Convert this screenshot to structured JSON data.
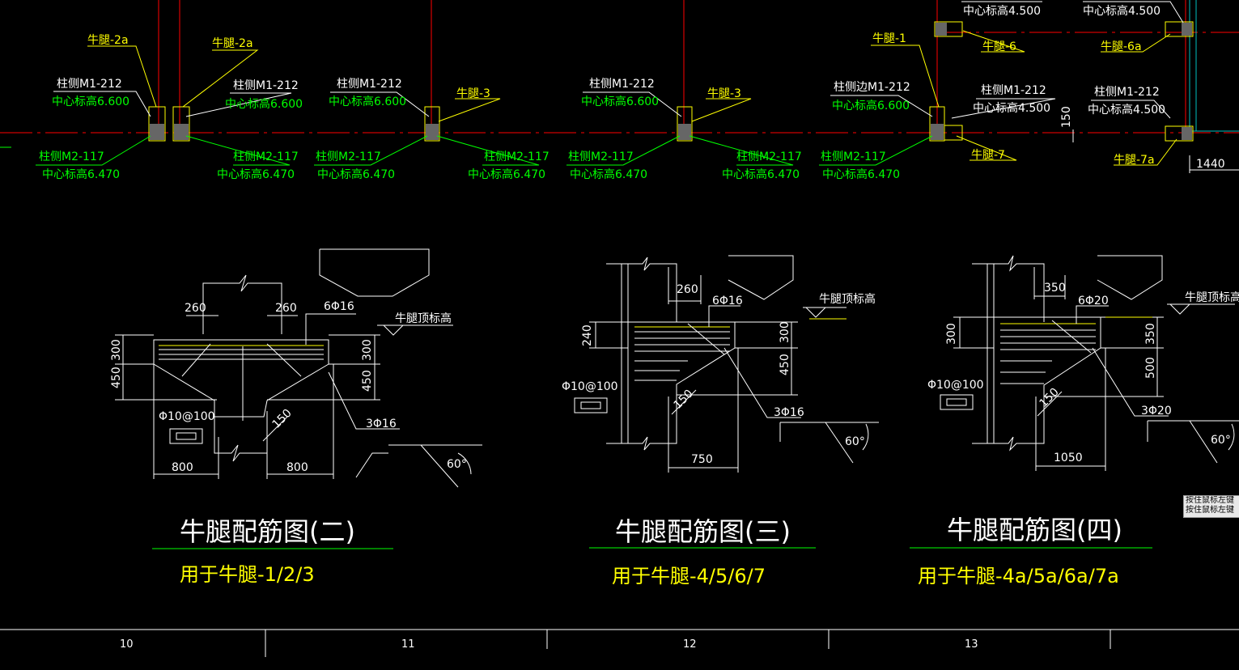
{
  "colors": {
    "background": "#000000",
    "white": "#ffffff",
    "yellow": "#ffff00",
    "green": "#00ff00",
    "red": "#ff0000",
    "cyan": "#00c0c0"
  },
  "plan": {
    "top_labels": [
      {
        "text": "牛腿-2a"
      },
      {
        "text": "牛腿-2a"
      },
      {
        "text": "牛腿-3"
      },
      {
        "text": "牛腿-3"
      },
      {
        "text": "牛腿-1"
      },
      {
        "text": "中心标高4.500"
      },
      {
        "text": "牛腿-6"
      },
      {
        "text": "中心标高4.500"
      },
      {
        "text": "牛腿-6a"
      },
      {
        "text": "牛腿-7"
      },
      {
        "text": "牛腿-7a"
      }
    ],
    "m1_notes": [
      {
        "line1": "柱侧M1-212",
        "line2": "中心标高6.600"
      },
      {
        "line1": "柱侧M1-212",
        "line2": "中心标高6.600"
      },
      {
        "line1": "柱侧M1-212",
        "line2": "中心标高6.600"
      },
      {
        "line1": "柱侧M1-212",
        "line2": "中心标高6.600"
      },
      {
        "line1": "柱侧边M1-212",
        "line2": "中心标高6.600"
      },
      {
        "line1": "柱侧M1-212",
        "line2": "中心标高4.500"
      },
      {
        "line1": "柱侧M1-212",
        "line2": "中心标高4.500"
      }
    ],
    "m2_notes": [
      {
        "line1": "柱侧M2-117",
        "line2": "中心标高6.470"
      },
      {
        "line1": "柱侧M2-117",
        "line2": "中心标高6.470"
      },
      {
        "line1": "柱侧M2-117",
        "line2": "中心标高6.470"
      },
      {
        "line1": "柱侧M2-117",
        "line2": "中心标高6.470"
      },
      {
        "line1": "柱侧M2-117",
        "line2": "中心标高6.470"
      },
      {
        "line1": "柱侧M2-117",
        "line2": "中心标高6.470"
      },
      {
        "line1": "柱侧M2-117",
        "line2": "中心标高6.470"
      }
    ],
    "dim_150": "150",
    "dim_1440": "1440"
  },
  "detail2": {
    "dim_260_left": "260",
    "dim_260_right": "260",
    "top_bars": "6Φ16",
    "bottom_bars": "3Φ16",
    "stirrup": "Φ10@100",
    "dim_300_left": "300",
    "dim_450_left": "450",
    "dim_300_right": "300",
    "dim_450_right": "450",
    "dim_150": "150",
    "dim_800_left": "800",
    "dim_800_right": "800",
    "elev_label": "牛腿顶标高",
    "angle": "60°",
    "title": "牛腿配筋图(二)",
    "subtitle": "用于牛腿-1/2/3"
  },
  "detail3": {
    "dim_260": "260",
    "top_bars": "6Φ16",
    "bottom_bars": "3Φ16",
    "stirrup": "Φ10@100",
    "dim_240": "240",
    "dim_300": "300",
    "dim_450": "450",
    "dim_150": "150",
    "dim_750": "750",
    "elev_label": "牛腿顶标高",
    "angle": "60°",
    "title": "牛腿配筋图(三)",
    "subtitle": "用于牛腿-4/5/6/7"
  },
  "detail4": {
    "dim_350_top": "350",
    "top_bars": "6Φ20",
    "bottom_bars": "3Φ20",
    "stirrup": "Φ10@100",
    "dim_300": "300",
    "dim_350": "350",
    "dim_500": "500",
    "dim_150": "150",
    "dim_1050": "1050",
    "elev_label": "牛腿顶标高",
    "angle": "60°",
    "title": "牛腿配筋图(四)",
    "subtitle": "用于牛腿-4a/5a/6a/7a"
  },
  "bottom_ruler": {
    "labels": [
      "10",
      "11",
      "12",
      "13"
    ]
  },
  "tooltip": {
    "line1": "按住鼠标左键",
    "line2": "按住鼠标左键"
  }
}
